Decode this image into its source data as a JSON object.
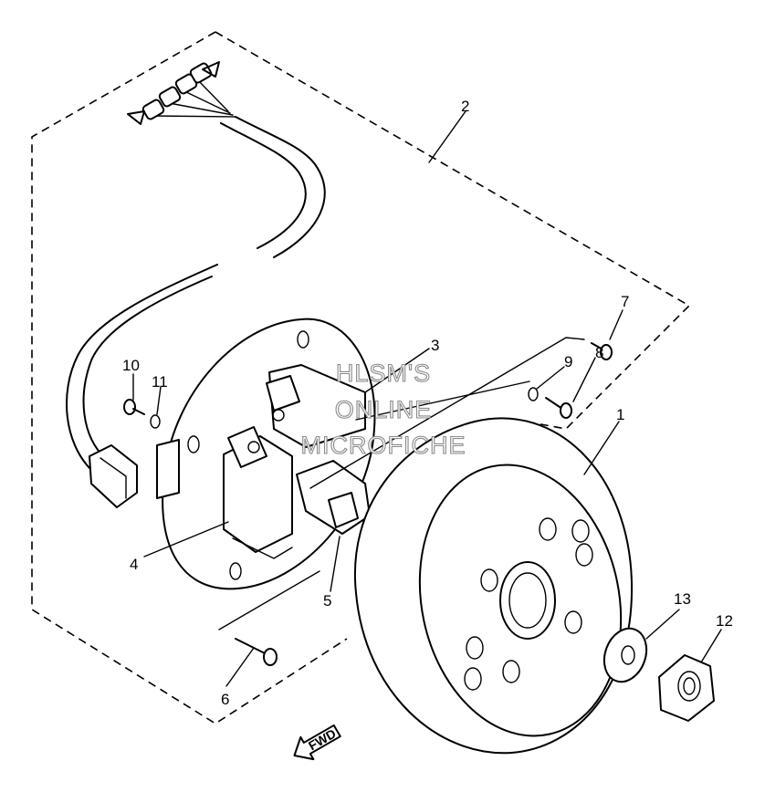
{
  "diagram": {
    "callouts": [
      {
        "id": "1",
        "label": "1"
      },
      {
        "id": "2",
        "label": "2"
      },
      {
        "id": "3",
        "label": "3"
      },
      {
        "id": "4",
        "label": "4"
      },
      {
        "id": "5",
        "label": "5"
      },
      {
        "id": "6",
        "label": "6"
      },
      {
        "id": "7",
        "label": "7"
      },
      {
        "id": "8",
        "label": "8"
      },
      {
        "id": "9",
        "label": "9"
      },
      {
        "id": "10",
        "label": "10"
      },
      {
        "id": "11",
        "label": "11"
      },
      {
        "id": "12",
        "label": "12"
      },
      {
        "id": "13",
        "label": "13"
      }
    ],
    "watermark": {
      "line1": "HLSM'S",
      "line2": "ONLINE",
      "line3": "MICROFICHE"
    },
    "direction_arrow": {
      "label": "FWD"
    }
  }
}
